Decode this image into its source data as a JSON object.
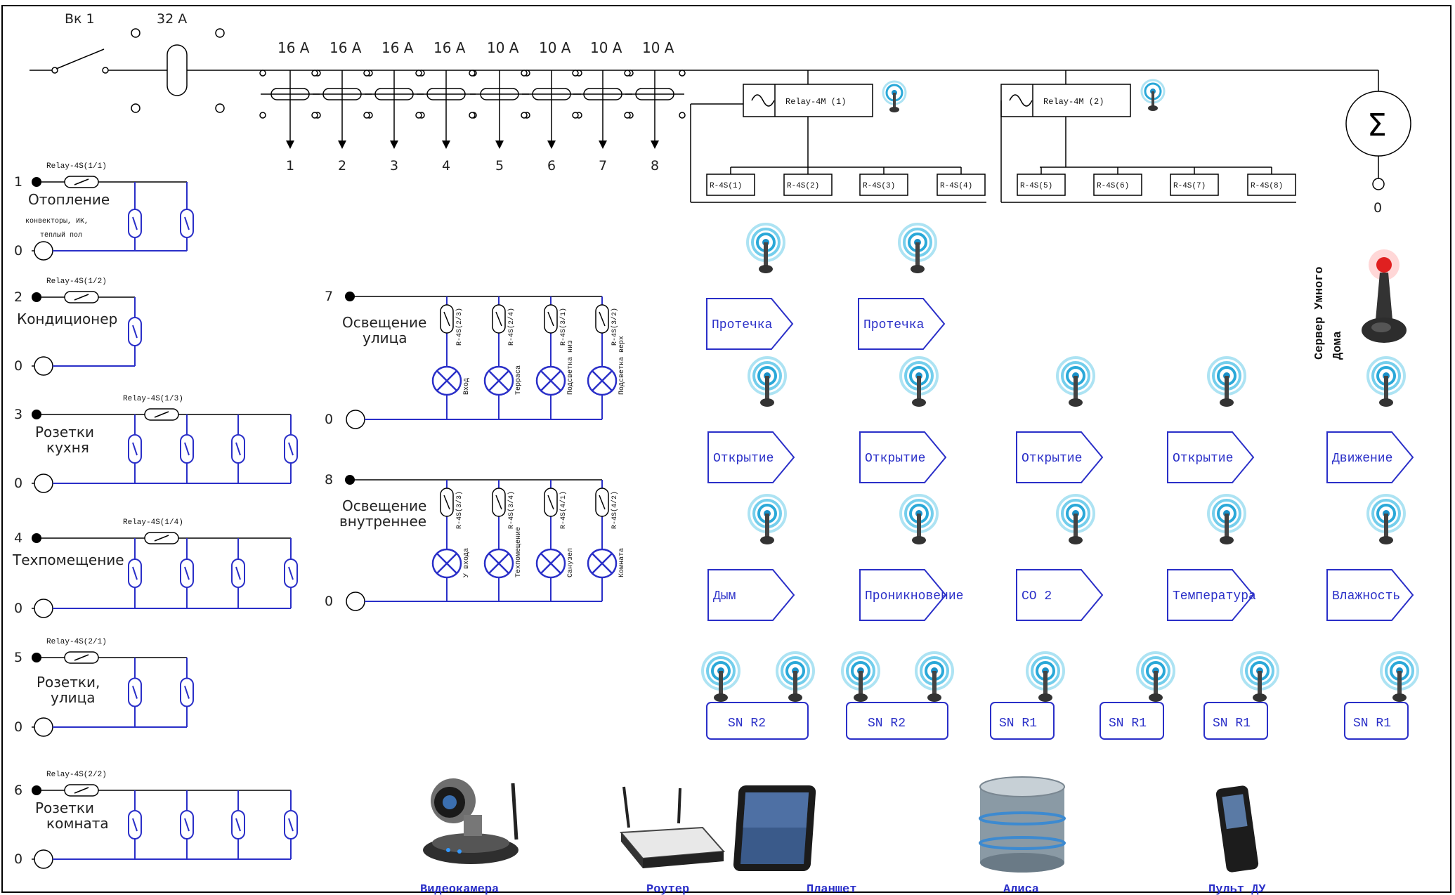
{
  "switch": {
    "label": "Вк 1",
    "main_rating": "32 А"
  },
  "breakers": {
    "ratings": [
      "16 А",
      "16 А",
      "16 А",
      "16 А",
      "10 А",
      "10 А",
      "10 А",
      "10 А"
    ],
    "numbers": [
      "1",
      "2",
      "3",
      "4",
      "5",
      "6",
      "7",
      "8"
    ]
  },
  "relay4m": [
    "Relay-4M (1)",
    "Relay-4M (2)"
  ],
  "r4s_modules": [
    "R-4S(1)",
    "R-4S(2)",
    "R-4S(3)",
    "R-4S(4)",
    "R-4S(5)",
    "R-4S(6)",
    "R-4S(7)",
    "R-4S(8)"
  ],
  "meter": {
    "zero": "0",
    "symbol": "Σ"
  },
  "left_groups": [
    {
      "num": "1",
      "relay": "Relay-4S(1/1)",
      "title": "Отопление",
      "sub1": "конвекторы, ИК,",
      "sub2": "тёплый пол",
      "zero": "0"
    },
    {
      "num": "2",
      "relay": "Relay-4S(1/2)",
      "title": "Кондиционер",
      "zero": "0"
    },
    {
      "num": "3",
      "relay": "Relay-4S(1/3)",
      "title1": "Розетки",
      "title2": "кухня",
      "zero": "0"
    },
    {
      "num": "4",
      "relay": "Relay-4S(1/4)",
      "title": "Техпомещение",
      "zero": "0"
    },
    {
      "num": "5",
      "relay": "Relay-4S(2/1)",
      "title1": "Розетки,",
      "title2": "улица",
      "zero": "0"
    },
    {
      "num": "6",
      "relay": "Relay-4S(2/2)",
      "title1": "Розетки",
      "title2": "комната",
      "zero": "0"
    }
  ],
  "lighting_outdoor": {
    "num": "7",
    "title1": "Освещение",
    "title2": "улица",
    "zero": "0",
    "relays": [
      "R-4S(2/3)",
      "R-4S(2/4)",
      "R-4S(3/1)",
      "R-4S(3/2)"
    ],
    "lamps": [
      "Вход",
      "Терраса",
      "Подсветка низ",
      "Подсветка верх"
    ]
  },
  "lighting_indoor": {
    "num": "8",
    "title1": "Освещение",
    "title2": "внутреннее",
    "zero": "0",
    "relays": [
      "R-4S(3/3)",
      "R-4S(3/4)",
      "R-4S(4/1)",
      "R-4S(4/2)"
    ],
    "lamps": [
      "У входа",
      "Техпомещение",
      "Санузел",
      "Комната"
    ]
  },
  "sensors": {
    "row1": [
      "Протечка",
      "Протечка"
    ],
    "row2": [
      "Открытие",
      "Открытие",
      "Открытие",
      "Открытие",
      "Движение"
    ],
    "row3": [
      "Дым",
      "Проникновение",
      "CO 2",
      "Температура",
      "Влажность"
    ]
  },
  "hubs": [
    "SN R2",
    "SN R2",
    "SN R1",
    "SN R1",
    "SN R1",
    "SN R1"
  ],
  "server": {
    "line1": "Сервер Умного",
    "line2": "Дома"
  },
  "devices": [
    "Видеокамера",
    "Роутер",
    "Планшет",
    "Алиса",
    "Пульт ДУ"
  ],
  "colors": {
    "accent": "#2a2fc8",
    "line": "#000000",
    "lamp": "#2a2fc8",
    "server_light": "#e02020"
  }
}
